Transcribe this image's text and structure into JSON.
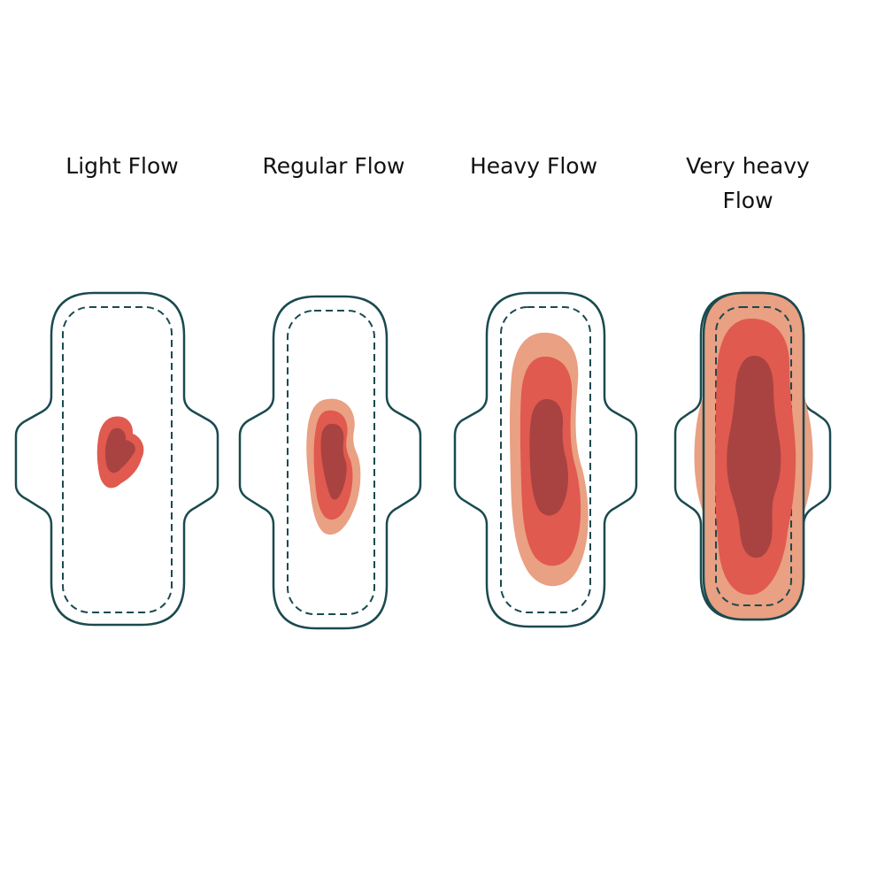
{
  "labels": {
    "light": "Light Flow",
    "regular": "Regular Flow",
    "heavy": "Heavy Flow",
    "very_heavy": "Very heavy Flow"
  },
  "colors": {
    "outline": "#1a4a4f",
    "light_stain": "#e9a083",
    "mid_stain": "#e05a4f",
    "dark_stain": "#a94342"
  },
  "pads": [
    {
      "flow": "light"
    },
    {
      "flow": "regular"
    },
    {
      "flow": "heavy"
    },
    {
      "flow": "very-heavy"
    }
  ]
}
